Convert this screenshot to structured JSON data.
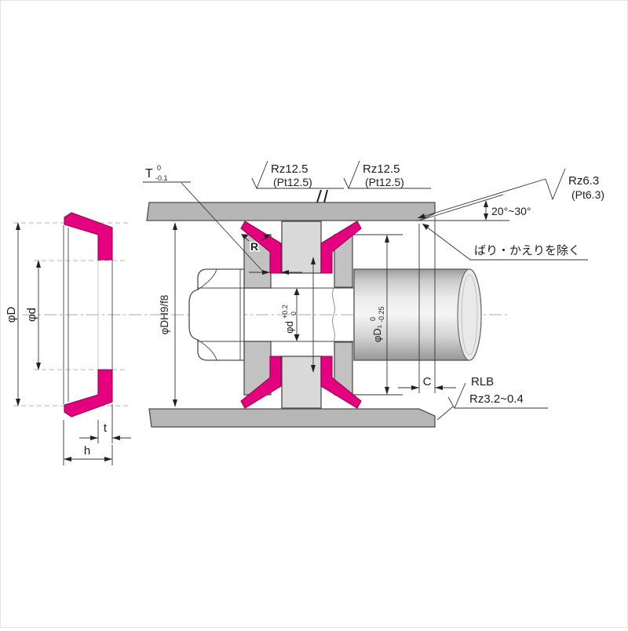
{
  "left_view": {
    "phiD": "φD",
    "phid": "φd",
    "t": "t",
    "h": "h"
  },
  "dims": {
    "bore_fit": "φDH9/f8",
    "shank_bore_main": "φd",
    "shank_bore_upper": "+0.2",
    "shank_bore_lower": "0",
    "boss_main": "φD₁",
    "boss_upper": "0",
    "boss_lower": "-0.25",
    "groove_main": "T",
    "groove_upper": "0",
    "groove_lower": "-0.1",
    "corner_radius": "R",
    "chamfer": "C"
  },
  "callouts": {
    "finish_left_1": "Rz12.5",
    "finish_left_2": "(Pt12.5)",
    "finish_mid_1": "Rz12.5",
    "finish_mid_2": "(Pt12.5)",
    "finish_right_1": "Rz6.3",
    "finish_right_2": "(Pt6.3)",
    "chamfer_angle": "20°~30°",
    "burr_note": "ばり・かえりを除く",
    "rlb_1": "RLB",
    "rlb_2": "Rz3.2~0.4"
  },
  "colors": {
    "seal_pink": "#e4007f",
    "seal_pink_edge": "#98004f",
    "metal_gray": "#b6b6b6",
    "block_gray": "#c2c2c2",
    "column_gray": "#d9d9d9"
  }
}
